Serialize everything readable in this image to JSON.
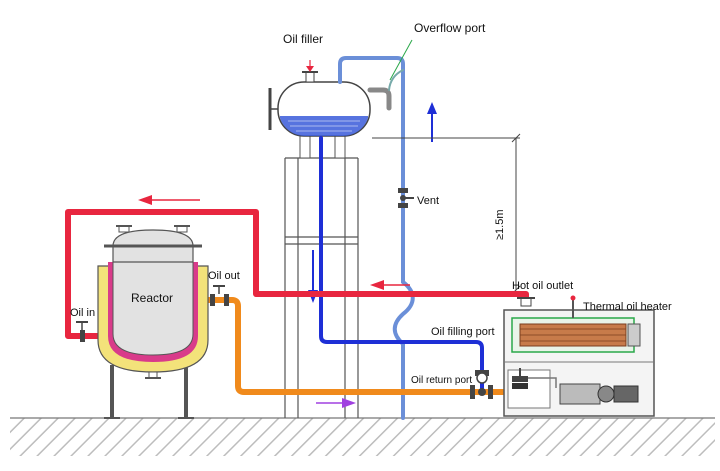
{
  "labels": {
    "oil_filler": "Oil filler",
    "overflow_port": "Overflow port",
    "vent": "Vent",
    "height": "≥1.5m",
    "reactor": "Reactor",
    "oil_out": "Oil out",
    "oil_in": "Oil in",
    "hot_oil_outlet": "Hot oil outlet",
    "thermal_oil_heater": "Thermal oil heater",
    "oil_filling_port": "Oil filling port",
    "oil_return_port": "Oil return port"
  },
  "colors": {
    "hot_pipe": "#e8263f",
    "return_pipe": "#f08a1c",
    "fill_pipe": "#1e2fd6",
    "overflow_pipe": "#6b8fd8",
    "jacket": "#f3e27a",
    "oil_level": "#3a5bd9",
    "hot_arrow": "#e8263f",
    "return_arrow": "#a040e0",
    "ground": "#cfcfcf"
  }
}
